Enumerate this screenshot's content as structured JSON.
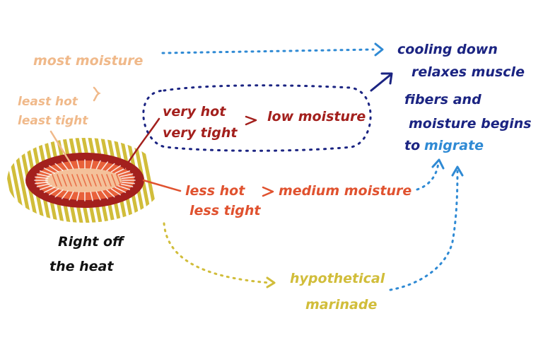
{
  "diagram": {
    "most_moisture": "most moisture",
    "least_hot": "least hot",
    "least_tight": "least tight",
    "very_hot": "very hot",
    "very_tight": "very tight",
    "low_moisture": "low moisture",
    "less_hot": "less hot",
    "less_tight": "less tight",
    "medium_moisture": "medium moisture",
    "right_off": "Right off",
    "the_heat": "the heat",
    "cooling_lines": [
      "cooling down",
      "relaxes muscle",
      "fibers and",
      "moisture begins"
    ],
    "to_word": "to",
    "migrate_word": "migrate",
    "hypothetical": "hypothetical",
    "marinade": "marinade"
  },
  "colors": {
    "peach": "#f0b98a",
    "dark_red": "#a3201d",
    "orange_red": "#e0522f",
    "navy": "#1b2482",
    "blue": "#2f8ad4",
    "mustard": "#d1bd3a",
    "black": "#111111"
  }
}
